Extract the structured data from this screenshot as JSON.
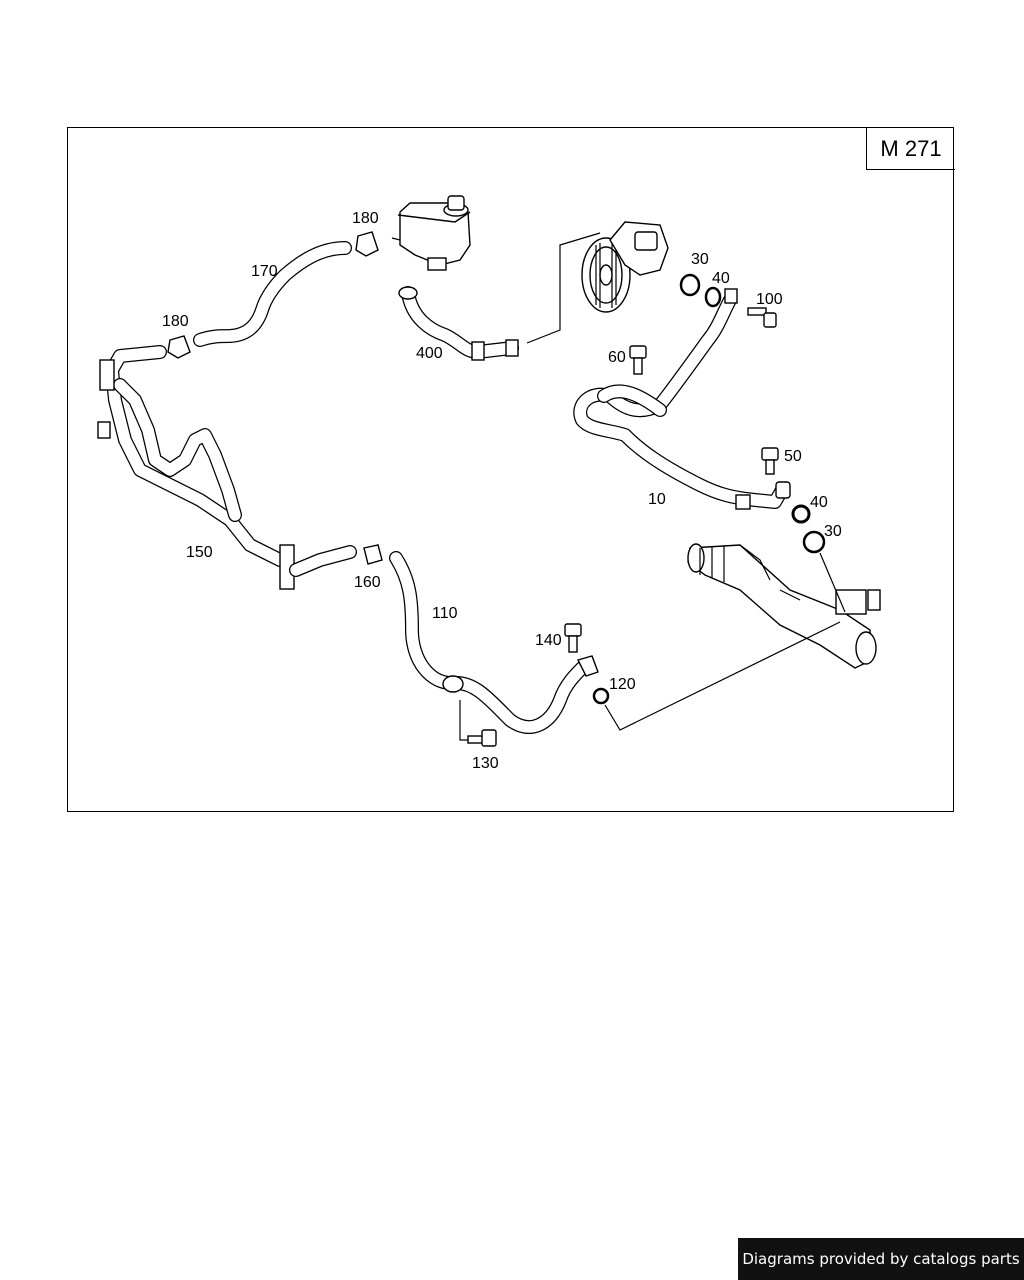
{
  "diagram": {
    "model_code": "M 271",
    "callouts": {
      "c10": "10",
      "c30a": "30",
      "c30b": "30",
      "c40a": "40",
      "c40b": "40",
      "c50": "50",
      "c60": "60",
      "c100": "100",
      "c110": "110",
      "c120": "120",
      "c130": "130",
      "c140": "140",
      "c150": "150",
      "c160": "160",
      "c170": "170",
      "c180a": "180",
      "c180b": "180",
      "c400": "400"
    }
  },
  "footer": {
    "credit": "Diagrams provided by catalogs parts"
  }
}
